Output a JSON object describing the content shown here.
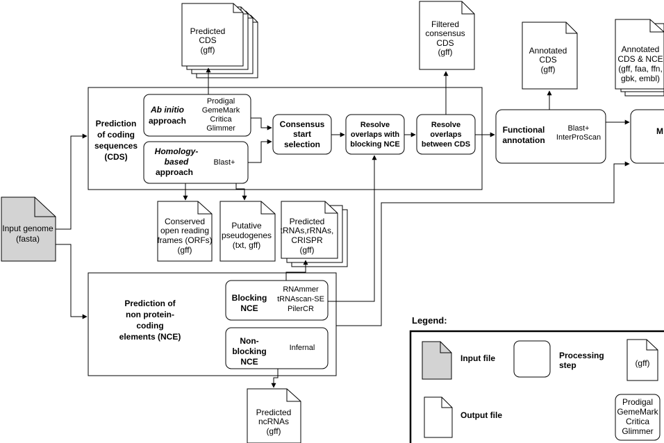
{
  "input_genome": {
    "label": "Input genome",
    "sub": "(fasta)"
  },
  "cds_prediction": {
    "title": [
      "Prediction",
      "of coding",
      "sequences",
      "(CDS)"
    ],
    "ab_initio": {
      "title": [
        "Ab initio"
      ],
      "title_rest": [
        "approach"
      ],
      "tools": [
        "Prodigal",
        "GemeMark",
        "Critica",
        "Glimmer"
      ]
    },
    "homology": {
      "title": [
        "Homology-",
        "based"
      ],
      "title_rest": [
        "approach"
      ],
      "tools": [
        "Blast+"
      ]
    },
    "consensus": [
      "Consensus",
      "start",
      "selection"
    ],
    "resolve_nce": [
      "Resolve",
      "overlaps with",
      "blocking NCE"
    ],
    "resolve_cds": [
      "Resolve",
      "overlaps",
      "between CDS"
    ]
  },
  "outputs": {
    "predicted_cds": [
      "Predicted",
      "CDS",
      "(gff)"
    ],
    "filtered_cds": [
      "Filtered",
      "consensus",
      "CDS",
      "(gff)"
    ],
    "annotated_cds": [
      "Annotated",
      "CDS",
      "(gff)"
    ],
    "annotated_all": [
      "Annotated",
      "CDS & NCE",
      "(gff, faa, ffn,",
      "gbk, embl)"
    ],
    "orfs": [
      "Conserved",
      "open reading",
      "frames (ORFs)",
      "(gff)"
    ],
    "pseudogenes": [
      "Putative",
      "pseudogenes",
      "(txt, gff)"
    ],
    "trnas": [
      "Predicted",
      "tRNAs,rRNAs,",
      "CRISPR",
      "(gff)"
    ],
    "ncrnas": [
      "Predicted",
      "ncRNAs",
      "(gff)"
    ]
  },
  "functional": {
    "title": [
      "Functional",
      "annotation"
    ],
    "tools": [
      "Blast+",
      "InterProScan"
    ]
  },
  "merge_label": "M",
  "nce_prediction": {
    "title": [
      "Prediction of",
      "non protein-",
      "coding",
      "elements (NCE)"
    ],
    "blocking": {
      "title": [
        "Blocking",
        "NCE"
      ],
      "tools": [
        "RNAmmer",
        "tRNAscan-SE",
        "PilerCR"
      ]
    },
    "nonblocking": {
      "title": [
        "Non-",
        "blocking",
        "NCE"
      ],
      "tools": [
        "Infernal"
      ]
    }
  },
  "legend": {
    "title": "Legend:",
    "input_file": "Input file",
    "processing_step": [
      "Processing",
      "step"
    ],
    "gff_sample": "(gff)",
    "output_file": "Output file",
    "tools_sample": [
      "Prodigal",
      "GemeMark",
      "Critica",
      "Glimmer"
    ]
  },
  "colors": {
    "input_fill": "#d3d3d3",
    "stroke": "#000000",
    "background": "#ffffff"
  }
}
